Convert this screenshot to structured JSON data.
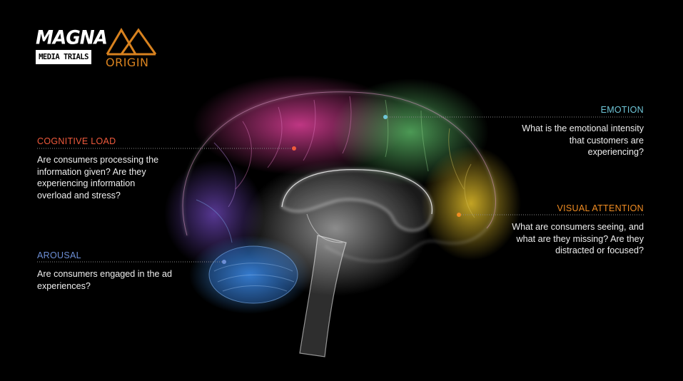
{
  "logos": {
    "magna": "MAGNA",
    "media_trials": "MEDIA TRIALS",
    "origin": "ORIGIN"
  },
  "colors": {
    "cognitive": "#f05a3c",
    "emotion": "#6fc6d8",
    "visual": "#f08c22",
    "arousal": "#6d8fd6",
    "origin": "#d8821f"
  },
  "callouts": {
    "cognitive": {
      "title": "COGNITIVE LOAD",
      "text": "Are consumers processing the information given? Are they experiencing information overload and stress?"
    },
    "arousal": {
      "title": "AROUSAL",
      "text": "Are consumers engaged in the ad experiences?"
    },
    "emotion": {
      "title": "EMOTION",
      "text": "What is the emotional intensity that customers are experiencing?"
    },
    "visual": {
      "title": "VISUAL ATTENTION",
      "text": "What are consumers seeing, and what are they missing? Are they distracted or focused?"
    }
  }
}
